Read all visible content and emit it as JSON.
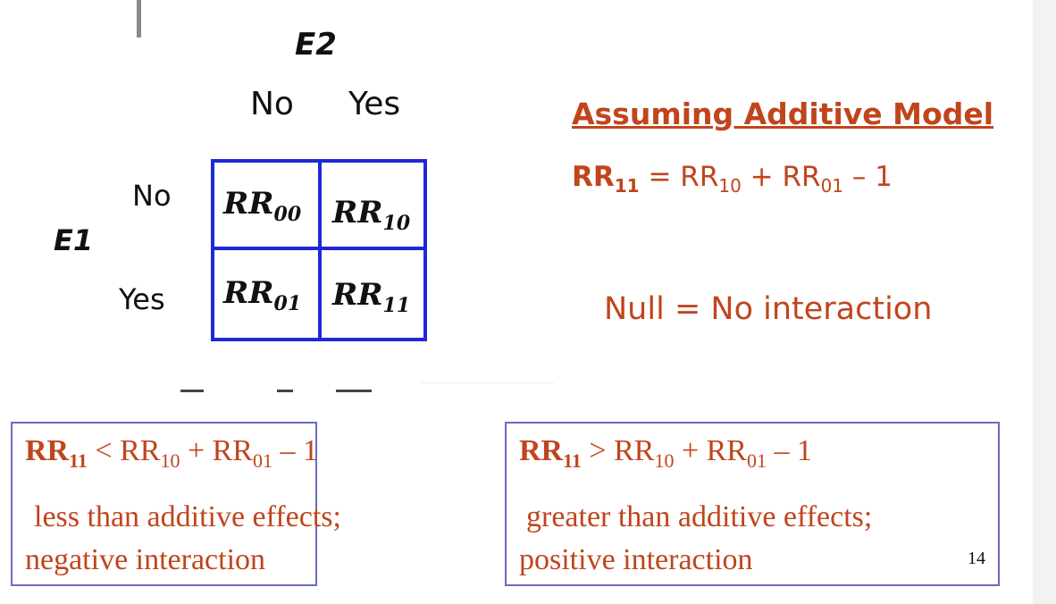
{
  "table": {
    "col_header": "E2",
    "col_no": "No",
    "col_yes": "Yes",
    "row_header": "E1",
    "row_no": "No",
    "row_yes": "Yes",
    "cells": {
      "c00": {
        "base": "RR",
        "sub": "00"
      },
      "c10": {
        "base": "RR",
        "sub": "10"
      },
      "c01": {
        "base": "RR",
        "sub": "01"
      },
      "c11": {
        "base": "RR",
        "sub": "11"
      }
    }
  },
  "model": {
    "heading": "Assuming Additive Model",
    "eq_lhs": "RR",
    "eq_lhs_sub": "11",
    "eq_equals": " = RR",
    "eq_t1_sub": "10",
    "eq_plus": " + RR",
    "eq_t2_sub": "01",
    "eq_end": " – 1",
    "null_text": "Null = No interaction"
  },
  "boxes": {
    "left": {
      "lhs": "RR",
      "lhs_sub": "11",
      "op": " < RR",
      "t1_sub": "10",
      "plus": " + RR",
      "t2_sub": "01",
      "end": " – 1",
      "line1": "less than additive effects;",
      "line2": "negative interaction"
    },
    "right": {
      "lhs": "RR",
      "lhs_sub": "11",
      "op": " > RR",
      "t1_sub": "10",
      "plus": " + RR",
      "t2_sub": "01",
      "end": " – 1",
      "line1": "greater than additive effects;",
      "line2": "positive interaction"
    }
  },
  "page_number": "14",
  "colors": {
    "accent": "#c0451c",
    "grid": "#1f28d6",
    "box_border": "#6b6bc4"
  }
}
